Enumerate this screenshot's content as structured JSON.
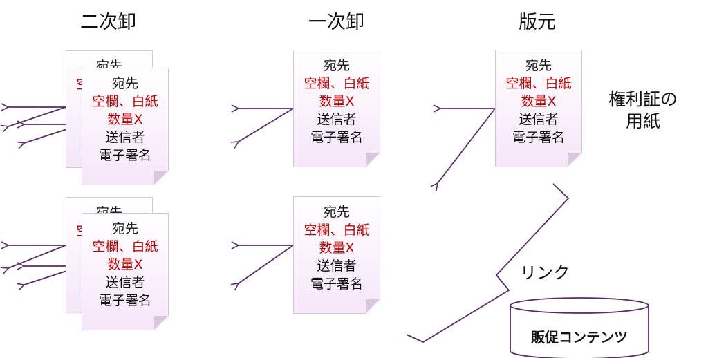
{
  "headers": {
    "secondary": "二次卸",
    "primary": "一次卸",
    "publisher": "版元"
  },
  "doc": {
    "line1": "宛先",
    "line2": "空欄、白紙",
    "line3": "数量X",
    "line4": "送信者",
    "line5": "電子署名"
  },
  "side_label": {
    "line1": "権利証の",
    "line2": "用紙"
  },
  "link_label": "リンク",
  "database_label": "販促コンテンツ",
  "colors": {
    "arrow": "#5a2a6a",
    "red_text": "#c00000",
    "doc_fill": "#f5e6f8"
  }
}
